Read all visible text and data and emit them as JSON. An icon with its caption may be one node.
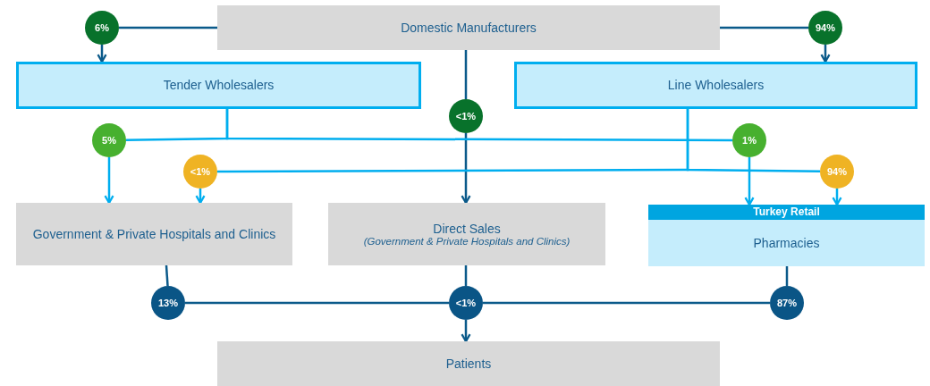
{
  "diagram": {
    "nodes": [
      {
        "text": [
          "Domestic Manufacturers"
        ]
      },
      {
        "text": [
          "6%"
        ]
      },
      {
        "text": [
          "94%"
        ]
      },
      {
        "text": [
          "Tender Wholesalers"
        ]
      },
      {
        "text": [
          "Line Wholesalers"
        ]
      },
      {
        "text": [
          "<1%"
        ]
      },
      {
        "text": [
          "5%"
        ]
      },
      {
        "text": [
          "1%"
        ]
      },
      {
        "text": [
          "<1%"
        ]
      },
      {
        "text": [
          "94%"
        ]
      },
      {
        "text": [
          "Government & Private Hospitals and Clinics"
        ]
      },
      {
        "text": [
          "Direct Sales",
          "(Government & Private Hospitals and Clinics)"
        ]
      },
      {
        "text": [
          "Turkey Retail",
          "Pharmacies"
        ]
      },
      {
        "text": [
          "13%"
        ]
      },
      {
        "text": [
          "<1%"
        ]
      },
      {
        "text": [
          "87%"
        ]
      },
      {
        "text": [
          "Patients"
        ]
      }
    ],
    "edges": [
      {
        "from": 0,
        "to": 1,
        "arrow": "none"
      },
      {
        "from": 1,
        "to": 3,
        "arrow": "to"
      },
      {
        "from": 0,
        "to": 2,
        "arrow": "none"
      },
      {
        "from": 2,
        "to": 4,
        "arrow": "to"
      },
      {
        "from": 0,
        "to": 5,
        "arrow": "none"
      },
      {
        "from": 5,
        "to": 11,
        "arrow": "to"
      },
      {
        "from": 3,
        "to": 6,
        "arrow": "none",
        "color": "#00aeef"
      },
      {
        "from": 3,
        "to": 7,
        "arrow": "none",
        "color": "#00aeef"
      },
      {
        "from": 4,
        "to": 8,
        "arrow": "none",
        "color": "#00aeef"
      },
      {
        "from": 4,
        "to": 9,
        "arrow": "none",
        "color": "#00aeef"
      },
      {
        "from": 6,
        "to": 10,
        "arrow": "to",
        "color": "#00aeef"
      },
      {
        "from": 8,
        "to": 10,
        "arrow": "to",
        "color": "#00aeef"
      },
      {
        "from": 7,
        "to": 12,
        "arrow": "to",
        "color": "#00aeef"
      },
      {
        "from": 9,
        "to": 12,
        "arrow": "to",
        "color": "#00aeef"
      },
      {
        "from": 10,
        "to": 13,
        "arrow": "none"
      },
      {
        "from": 11,
        "to": 14,
        "arrow": "none"
      },
      {
        "from": 12,
        "to": 15,
        "arrow": "none"
      },
      {
        "from": 13,
        "to": 14,
        "arrow": "none"
      },
      {
        "from": 15,
        "to": 14,
        "arrow": "none"
      },
      {
        "from": 14,
        "to": 16,
        "arrow": "to"
      }
    ]
  }
}
